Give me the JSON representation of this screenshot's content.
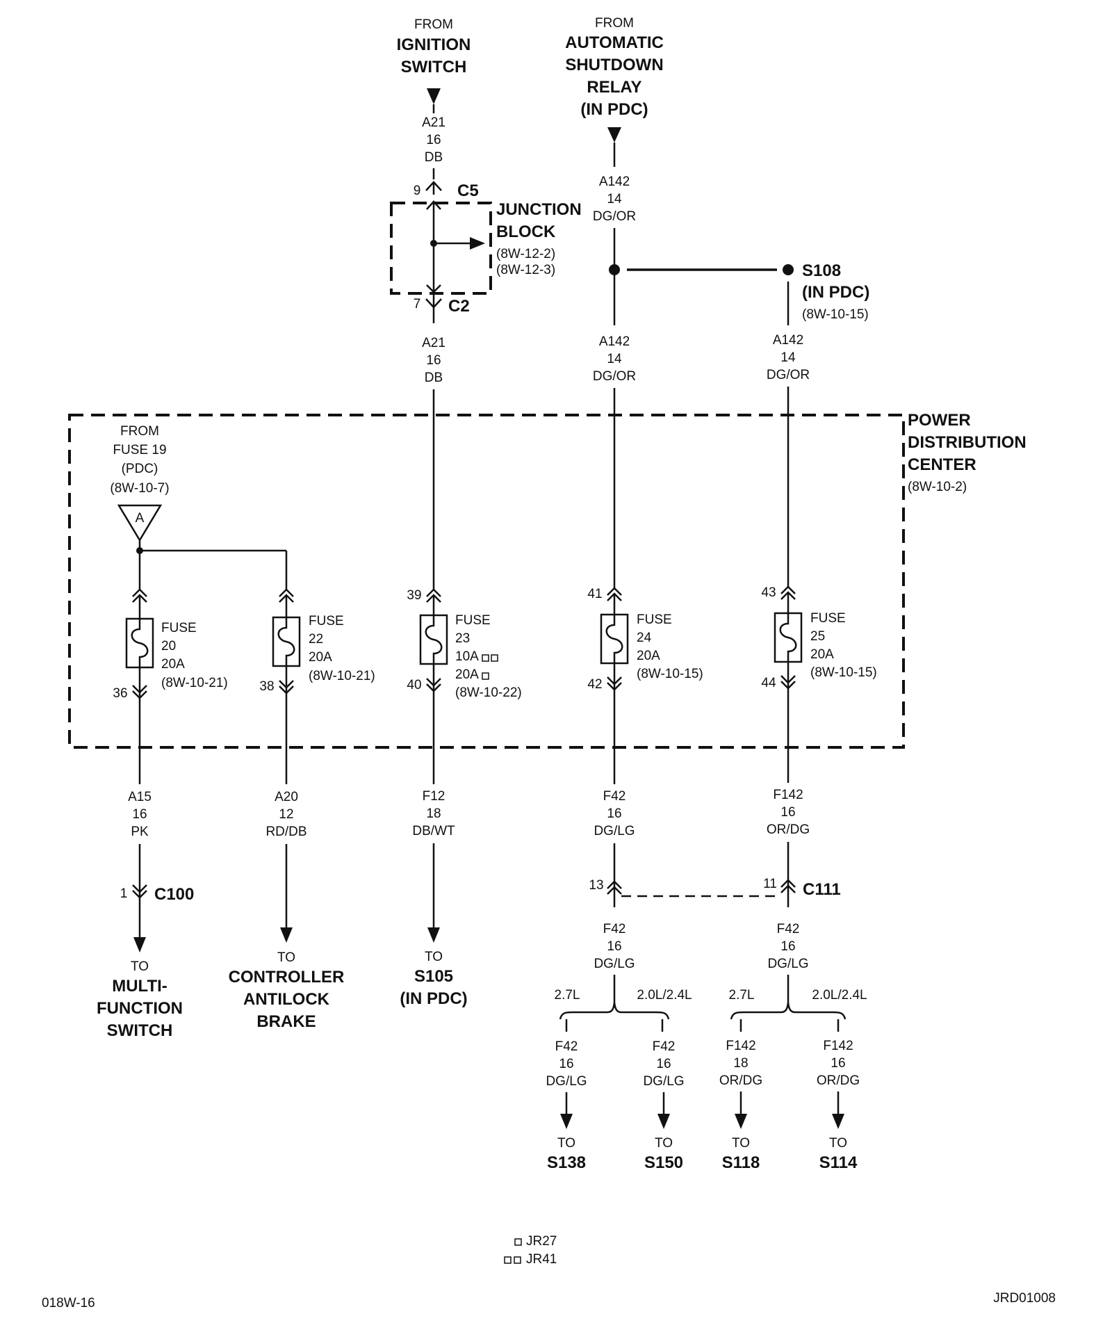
{
  "ignition": {
    "from": "FROM",
    "l1": "IGNITION",
    "l2": "SWITCH"
  },
  "asd": {
    "from": "FROM",
    "l1": "AUTOMATIC",
    "l2": "SHUTDOWN",
    "l3": "RELAY",
    "l4": "(IN PDC)"
  },
  "wires": {
    "a21_top": {
      "c": "A21",
      "g": "16",
      "col": "DB"
    },
    "a21_bot": {
      "c": "A21",
      "g": "16",
      "col": "DB"
    },
    "a142_top": {
      "c": "A142",
      "g": "14",
      "col": "DG/OR"
    },
    "a142_mid": {
      "c": "A142",
      "g": "14",
      "col": "DG/OR"
    },
    "a142_right": {
      "c": "A142",
      "g": "14",
      "col": "DG/OR"
    },
    "a15": {
      "c": "A15",
      "g": "16",
      "col": "PK"
    },
    "a20": {
      "c": "A20",
      "g": "12",
      "col": "RD/DB"
    },
    "f12": {
      "c": "F12",
      "g": "18",
      "col": "DB/WT"
    },
    "f42_top": {
      "c": "F42",
      "g": "16",
      "col": "DG/LG"
    },
    "f142_top": {
      "c": "F142",
      "g": "16",
      "col": "OR/DG"
    },
    "f42_mid": {
      "c": "F42",
      "g": "16",
      "col": "DG/LG"
    },
    "f42_mid2": {
      "c": "F42",
      "g": "16",
      "col": "DG/LG"
    },
    "f42_a": {
      "c": "F42",
      "g": "16",
      "col": "DG/LG"
    },
    "f42_b": {
      "c": "F42",
      "g": "16",
      "col": "DG/LG"
    },
    "f142_a": {
      "c": "F142",
      "g": "18",
      "col": "OR/DG"
    },
    "f142_b": {
      "c": "F142",
      "g": "16",
      "col": "OR/DG"
    }
  },
  "c5": {
    "pin": "9",
    "name": "C5"
  },
  "c2": {
    "pin": "7",
    "name": "C2"
  },
  "junction": {
    "l1": "JUNCTION",
    "l2": "BLOCK",
    "r1": "(8W-12-2)",
    "r2": "(8W-12-3)"
  },
  "s108": {
    "name": "S108",
    "sub": "(IN PDC)",
    "ref": "(8W-10-15)"
  },
  "pdc": {
    "l1": "POWER",
    "l2": "DISTRIBUTION",
    "l3": "CENTER",
    "ref": "(8W-10-2)"
  },
  "fuse19": {
    "l1": "FROM",
    "l2": "FUSE 19",
    "l3": "(PDC)",
    "l4": "(8W-10-7)",
    "tri": "A"
  },
  "fuses": [
    {
      "l1": "FUSE",
      "l2": "20",
      "l3": "20A",
      "l4": "(8W-10-21)",
      "pin_in": "",
      "pin_out": "36"
    },
    {
      "l1": "FUSE",
      "l2": "22",
      "l3": "20A",
      "l4": "(8W-10-21)",
      "pin_in": "",
      "pin_out": "38"
    },
    {
      "l1": "FUSE",
      "l2": "23",
      "l3": "10A",
      "l4": "20A",
      "l5": "(8W-10-22)",
      "pin_in": "39",
      "pin_out": "40"
    },
    {
      "l1": "FUSE",
      "l2": "24",
      "l3": "20A",
      "l4": "(8W-10-15)",
      "pin_in": "41",
      "pin_out": "42"
    },
    {
      "l1": "FUSE",
      "l2": "25",
      "l3": "20A",
      "l4": "(8W-10-15)",
      "pin_in": "43",
      "pin_out": "44"
    }
  ],
  "c100": {
    "pin": "1",
    "name": "C100"
  },
  "c111": {
    "pin_a": "13",
    "pin_b": "11",
    "name": "C111"
  },
  "dest": {
    "mfs": {
      "to": "TO",
      "l1": "MULTI-",
      "l2": "FUNCTION",
      "l3": "SWITCH"
    },
    "cab": {
      "to": "TO",
      "l1": "CONTROLLER",
      "l2": "ANTILOCK",
      "l3": "BRAKE"
    },
    "s105": {
      "to": "TO",
      "l1": "S105",
      "l2": "(IN PDC)"
    },
    "s138": {
      "to": "TO",
      "l1": "S138"
    },
    "s150": {
      "to": "TO",
      "l1": "S150"
    },
    "s118": {
      "to": "TO",
      "l1": "S118"
    },
    "s114": {
      "to": "TO",
      "l1": "S114"
    }
  },
  "engine": {
    "a": "2.7L",
    "b": "2.0L/2.4L",
    "c": "2.7L",
    "d": "2.0L/2.4L"
  },
  "legend": {
    "jr27": "JR27",
    "jr41": "JR41"
  },
  "footer": {
    "left": "018W-16",
    "right": "JRD01008"
  }
}
